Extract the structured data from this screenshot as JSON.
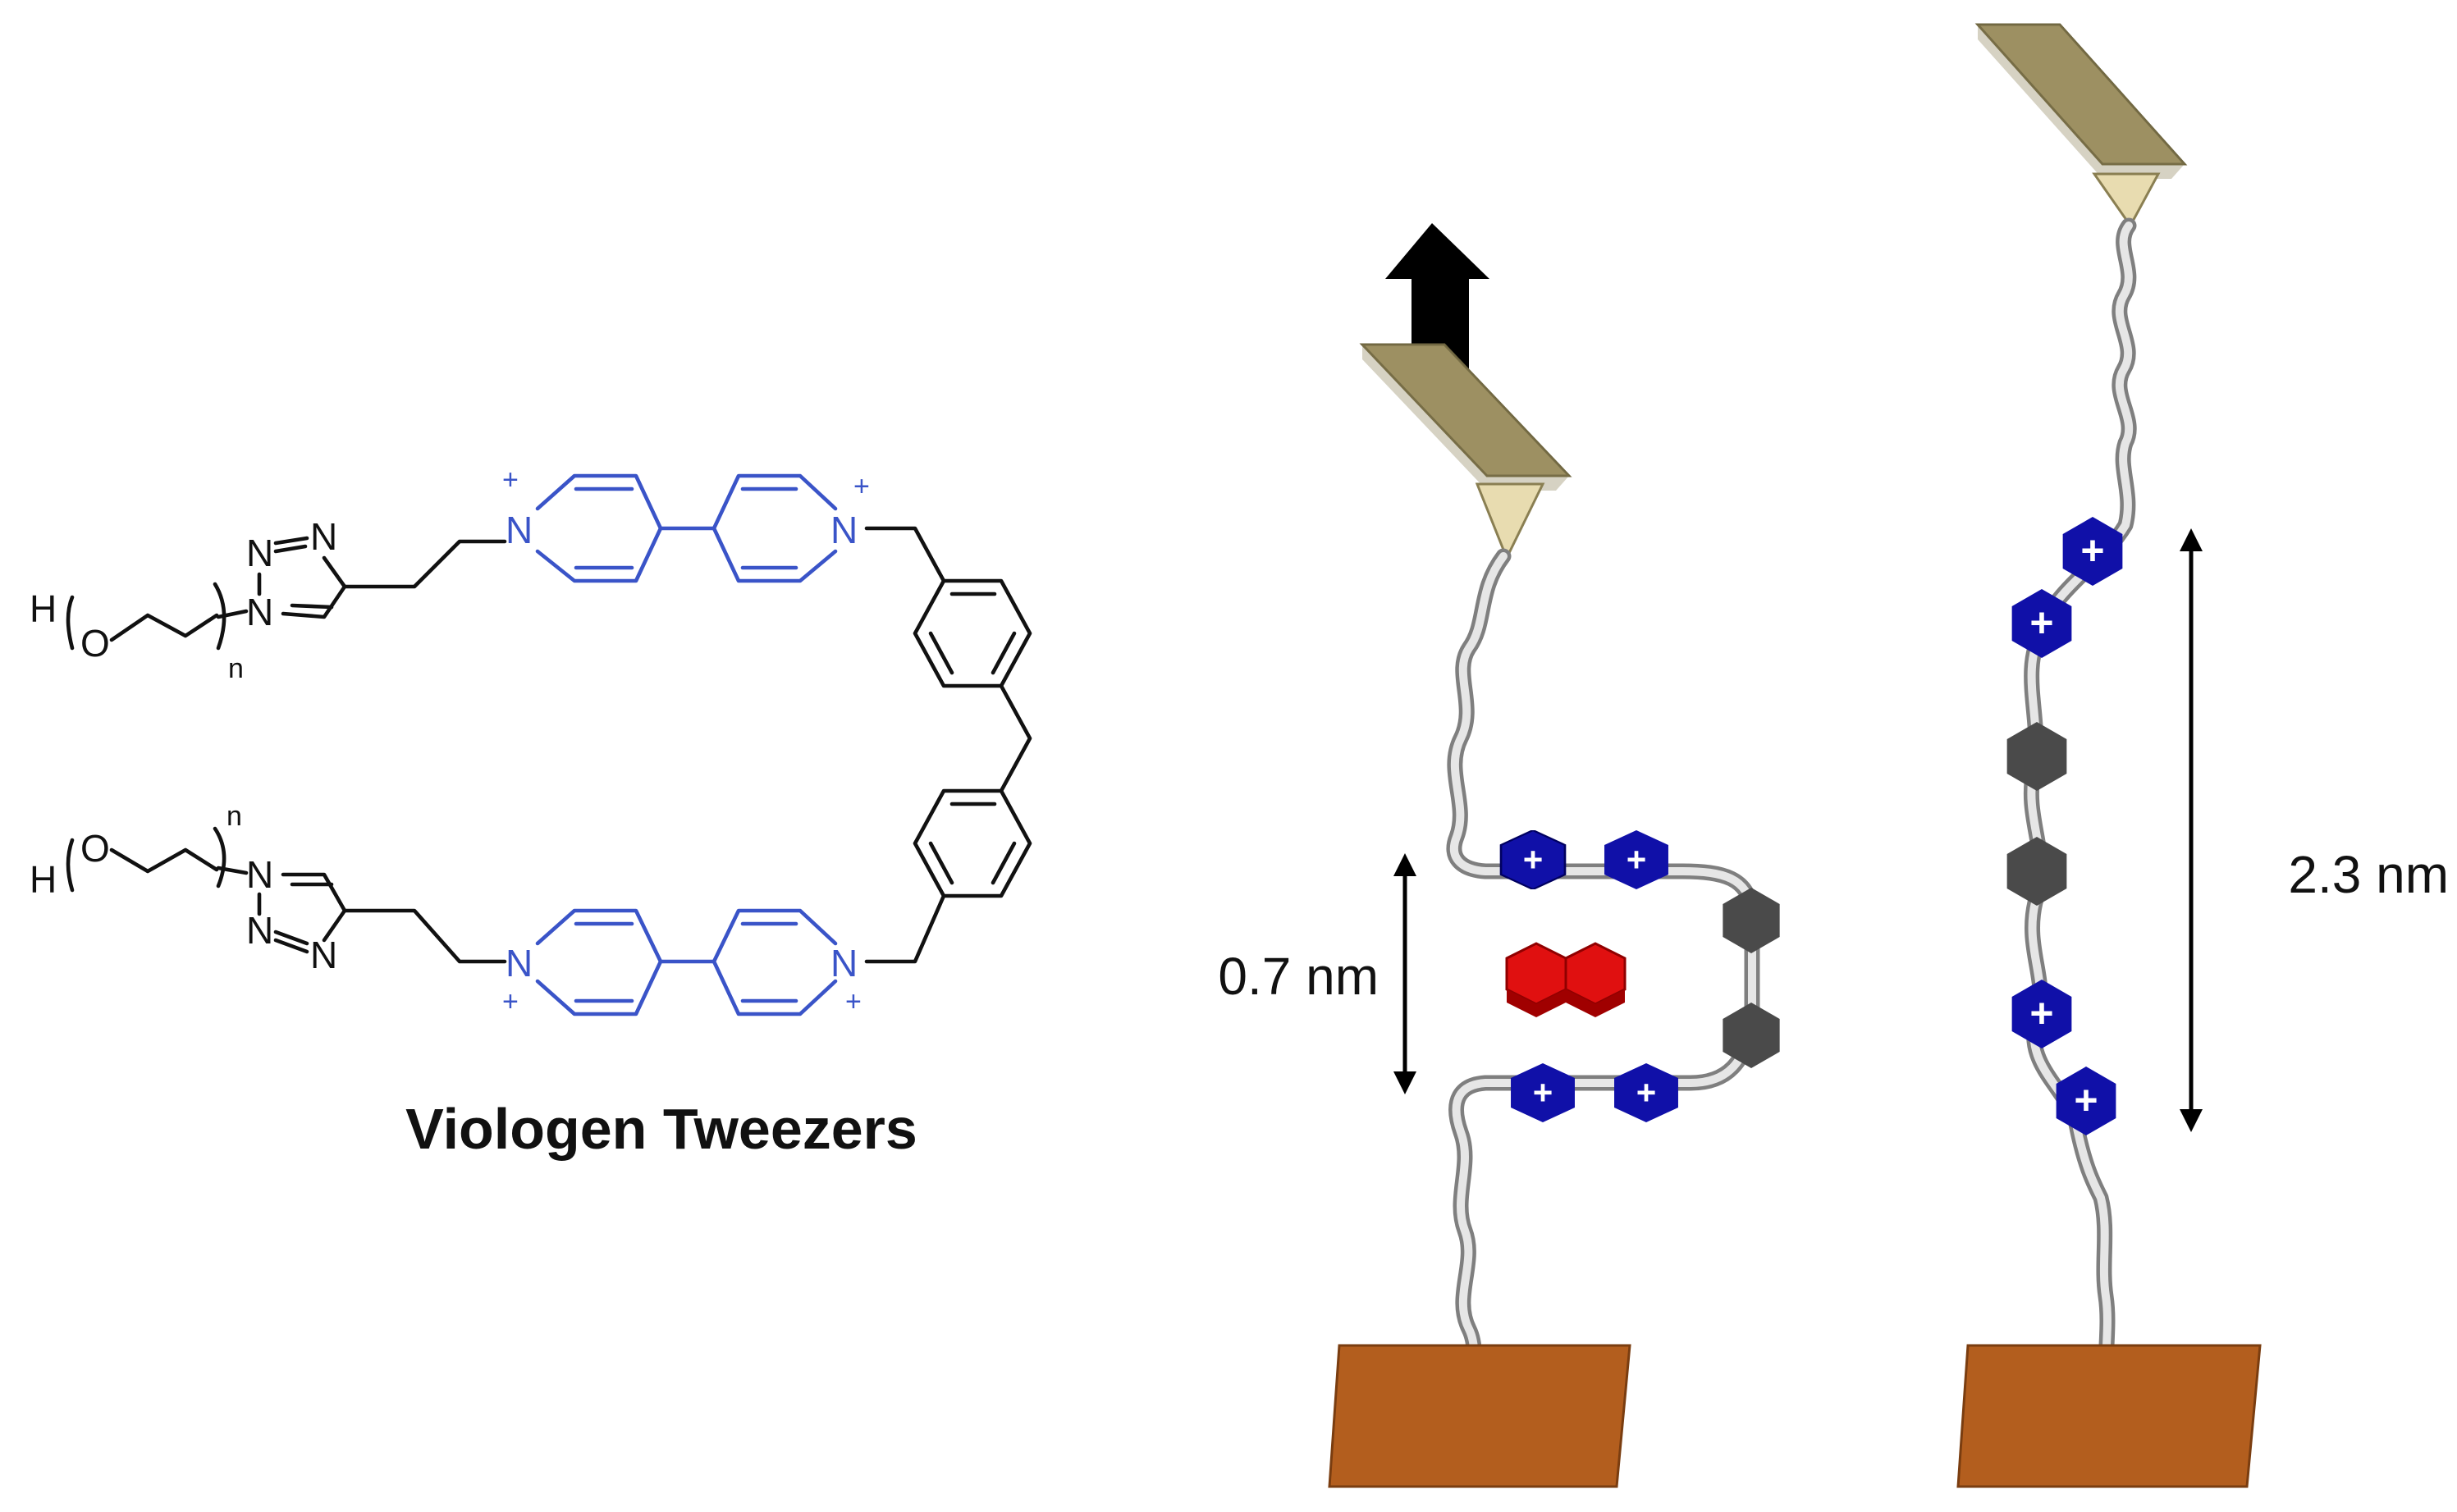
{
  "title": "Viologen Tweezers",
  "atoms": {
    "H": "H",
    "O": "O",
    "N": "N",
    "n": "n",
    "plus": "+"
  },
  "dimensions": {
    "closed_label": "0.7 nm",
    "open_label": "2.3 nm"
  },
  "colors": {
    "structure": "#111111",
    "viologen": "#3a54c8",
    "charged_unit": "#1010a8",
    "linker_unit": "#4a4a4a",
    "guest": "#e01010",
    "tip": "#a89a6a",
    "substrate": "#b35e1e",
    "arrow": "#000000"
  },
  "icons": {
    "pull_arrow": "up-arrow-icon",
    "plus_mark": "plus-icon"
  }
}
